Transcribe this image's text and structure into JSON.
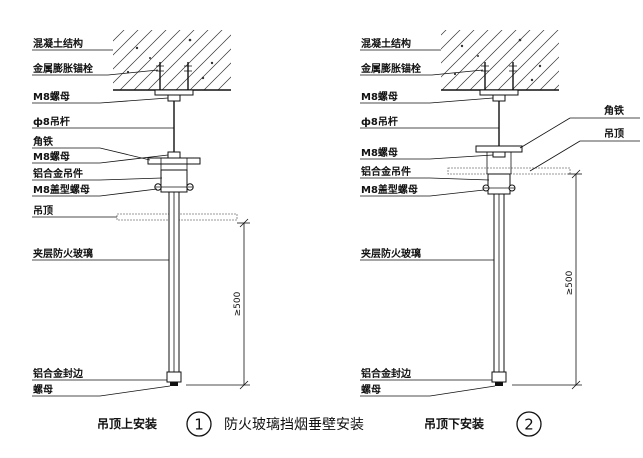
{
  "left": {
    "labels": {
      "concrete": "混凝土结构",
      "anchor": "金属膨胀锚栓",
      "nut_m8_top": "M8螺母",
      "rod": "ф8吊杆",
      "angle": "角铁",
      "nut_m8_mid": "M8螺母",
      "hanger": "铝合金吊件",
      "cap_nut": "M8盖型螺母",
      "ceiling": "吊顶",
      "glass": "夹层防火玻璃",
      "edge": "铝合金封边",
      "nut_bottom": "螺母"
    },
    "dimension": "≥500",
    "caption": "吊顶上安装",
    "number": "1"
  },
  "right": {
    "labels": {
      "concrete": "混凝土结构",
      "anchor": "金属膨胀锚栓",
      "nut_m8_top": "M8螺母",
      "rod": "ф8吊杆",
      "angle": "角铁",
      "ceiling": "吊顶",
      "nut_m8_mid": "M8螺母",
      "hanger": "铝合金吊件",
      "cap_nut": "M8盖型螺母",
      "glass": "夹层防火玻璃",
      "edge": "铝合金封边",
      "nut_bottom": "螺母"
    },
    "dimension": "≥500",
    "caption": "吊顶下安装",
    "number": "2"
  },
  "title": "防火玻璃挡烟垂壁安装"
}
